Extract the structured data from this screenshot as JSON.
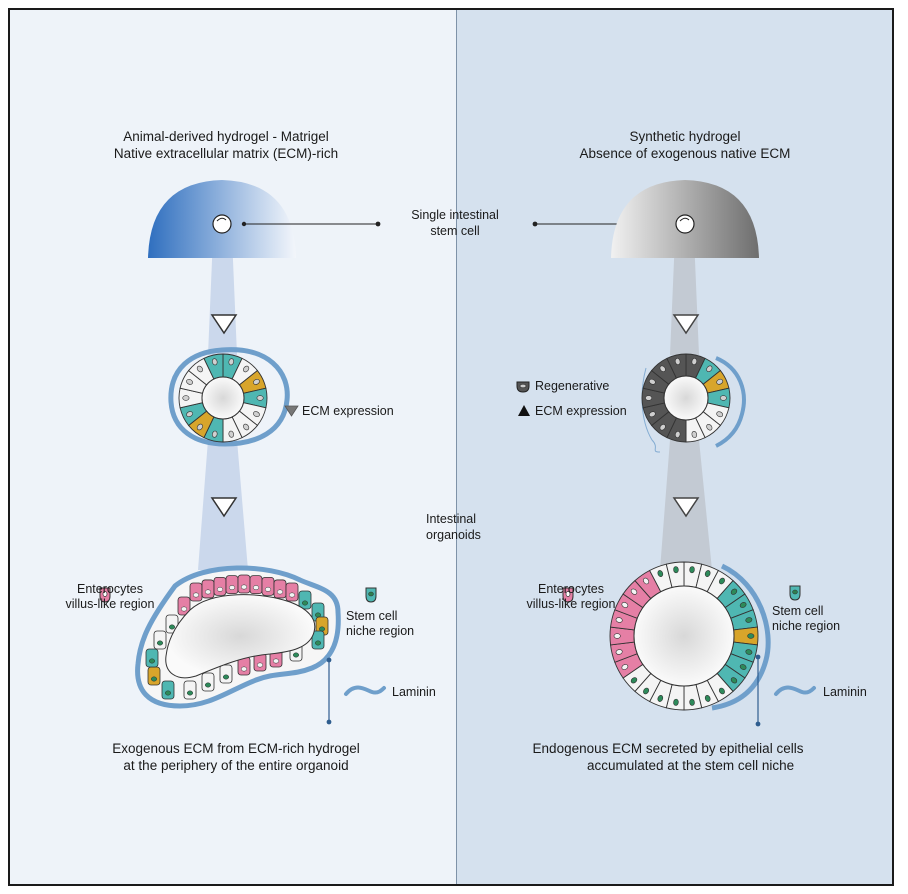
{
  "left_panel": {
    "title_line1": "Animal-derived hydrogel - Matrigel",
    "title_line2": "Native extracellular matrix (ECM)-rich",
    "ecm_expression": "ECM expression",
    "enterocytes_line1": "Enterocytes",
    "enterocytes_line2": "villus-like region",
    "stem_line1": "Stem cell",
    "stem_line2": "niche region",
    "laminin": "Laminin",
    "caption_line1": "Exogenous ECM from ECM-rich hydrogel",
    "caption_line2": "at the periphery of the entire organoid"
  },
  "center": {
    "single_cell_line1": "Single intestinal",
    "single_cell_line2": "stem cell",
    "organoids_line1": "Intestinal",
    "organoids_line2": "organoids"
  },
  "right_panel": {
    "title_line1": "Synthetic hydrogel",
    "title_line2": "Absence of exogenous native ECM",
    "regenerative": "Regenerative",
    "ecm_expression": "ECM expression",
    "enterocytes_line1": "Enterocytes",
    "enterocytes_line2": "villus-like region",
    "stem_line1": "Stem cell",
    "stem_line2": "niche region",
    "laminin": "Laminin",
    "caption_line1": "Endogenous ECM secreted by epithelial cells",
    "caption_line2": "accumulated at the stem cell niche"
  },
  "colors": {
    "left_background": "#eef3f9",
    "right_background": "#d5e1ee",
    "matrigel_blue": "#3f7fc6",
    "synthetic_grey": "#8a8a8a",
    "laminin_blue": "#6f9fcb",
    "stem_teal": "#4fb7b2",
    "enterocyte_pink": "#e57fa5",
    "paneth_yellow": "#d8a52b",
    "regenerative_dark": "#555555"
  }
}
